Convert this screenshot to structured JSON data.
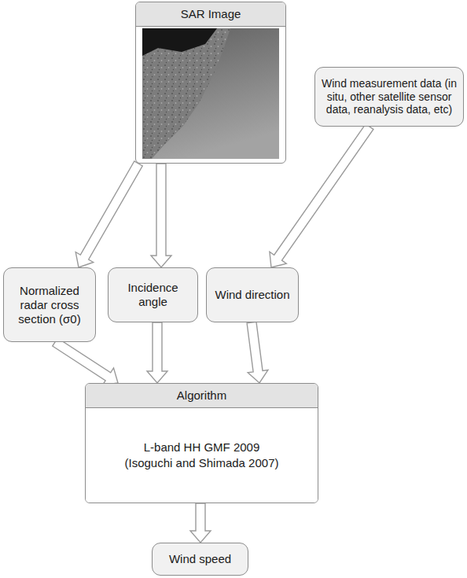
{
  "diagram": {
    "nodes": [
      {
        "text": [
          "SAR Image"
        ]
      },
      {
        "text": [
          "Wind measurement data (in situ, other satellite sensor data, reanalysis data, etc)"
        ]
      },
      {
        "text": [
          "Normalized radar cross section (σ0)"
        ]
      },
      {
        "text": [
          "Incidence angle"
        ]
      },
      {
        "text": [
          "Wind direction"
        ]
      },
      {
        "text": [
          "Algorithm",
          "L-band HH GMF 2009 (Isoguchi and Shimada 2007)"
        ]
      },
      {
        "text": [
          "Wind speed"
        ]
      }
    ],
    "edges": [
      {
        "from": 0,
        "to": 2,
        "arrow": "to"
      },
      {
        "from": 0,
        "to": 3,
        "arrow": "to"
      },
      {
        "from": 1,
        "to": 4,
        "arrow": "to"
      },
      {
        "from": 2,
        "to": 5,
        "arrow": "to"
      },
      {
        "from": 3,
        "to": 5,
        "arrow": "to"
      },
      {
        "from": 4,
        "to": 5,
        "arrow": "to"
      },
      {
        "from": 5,
        "to": 6,
        "arrow": "to"
      }
    ]
  }
}
